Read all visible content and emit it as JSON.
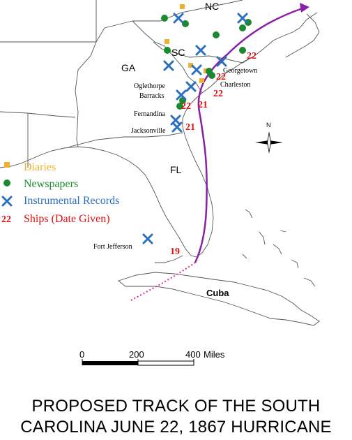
{
  "labels": {
    "states": {
      "nc": "NC",
      "sc": "SC",
      "ga": "GA",
      "fl": "FL"
    },
    "cities": {
      "georgetown": "Georgetown",
      "charleston": "Charleston",
      "oglethorpe": [
        "Oglethorpe",
        "Barracks"
      ],
      "fernandina": "Fernandina",
      "jacksonville": "Jacksonville",
      "fort_jefferson": "Fort Jefferson"
    },
    "cuba": "Cuba"
  },
  "legend": [
    {
      "key": "diaries",
      "symbol": "square",
      "color": "#f0b030",
      "label": "Diaries"
    },
    {
      "key": "newspapers",
      "symbol": "dot",
      "color": "#1a8a30",
      "label": "Newspapers"
    },
    {
      "key": "instrumental",
      "symbol": "x",
      "color": "#2b6fc0",
      "label": "Instrumental Records"
    },
    {
      "key": "ships",
      "symbol": "22",
      "color": "#e01010",
      "label": "Ships (Date Given)"
    }
  ],
  "ship_dates": [
    "22",
    "22",
    "22",
    "22",
    "21",
    "21",
    "19"
  ],
  "compass": {
    "north": "N"
  },
  "scale": {
    "ticks": [
      "0",
      "200",
      "400"
    ],
    "unit": "Miles"
  },
  "title": [
    "PROPOSED TRACK OF THE SOUTH",
    "CAROLINA JUNE 22, 1867 HURRICANE"
  ],
  "colors": {
    "track": "#8a1fa8",
    "track_dotted": "#d0309a",
    "ship": "#e01010",
    "diary": "#f0b030",
    "newspaper": "#1a8a30",
    "instrumental": "#2b6fc0"
  }
}
